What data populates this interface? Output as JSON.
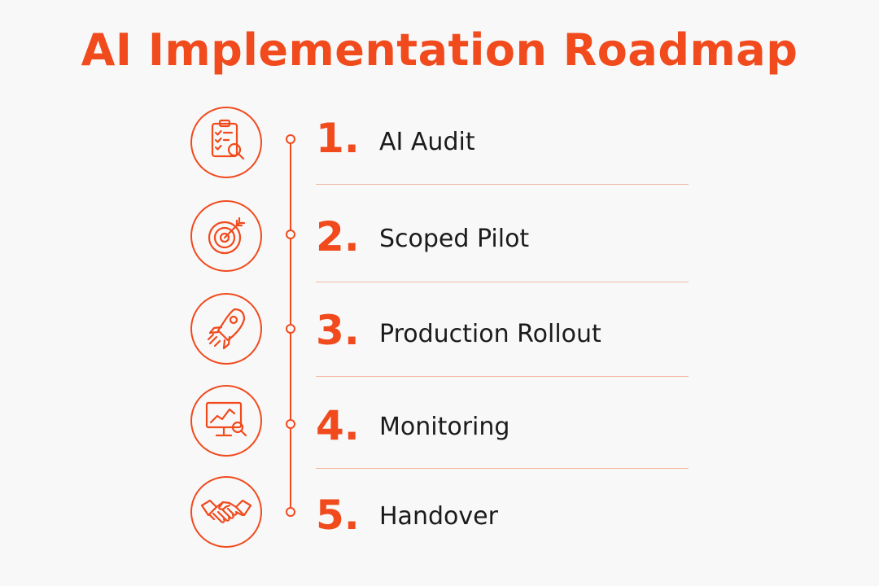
{
  "colors": {
    "accent": "#f04a1d",
    "text": "#1b1b1b",
    "divider": "#f2b9a3",
    "background": "#f8f8f8"
  },
  "title": "AI Implementation Roadmap",
  "steps": [
    {
      "number": "1.",
      "label": "AI Audit",
      "icon": "clipboard-search-icon"
    },
    {
      "number": "2.",
      "label": "Scoped Pilot",
      "icon": "target-icon"
    },
    {
      "number": "3.",
      "label": "Production Rollout",
      "icon": "rocket-icon"
    },
    {
      "number": "4.",
      "label": "Monitoring",
      "icon": "monitor-chart-icon"
    },
    {
      "number": "5.",
      "label": "Handover",
      "icon": "handshake-icon"
    }
  ]
}
